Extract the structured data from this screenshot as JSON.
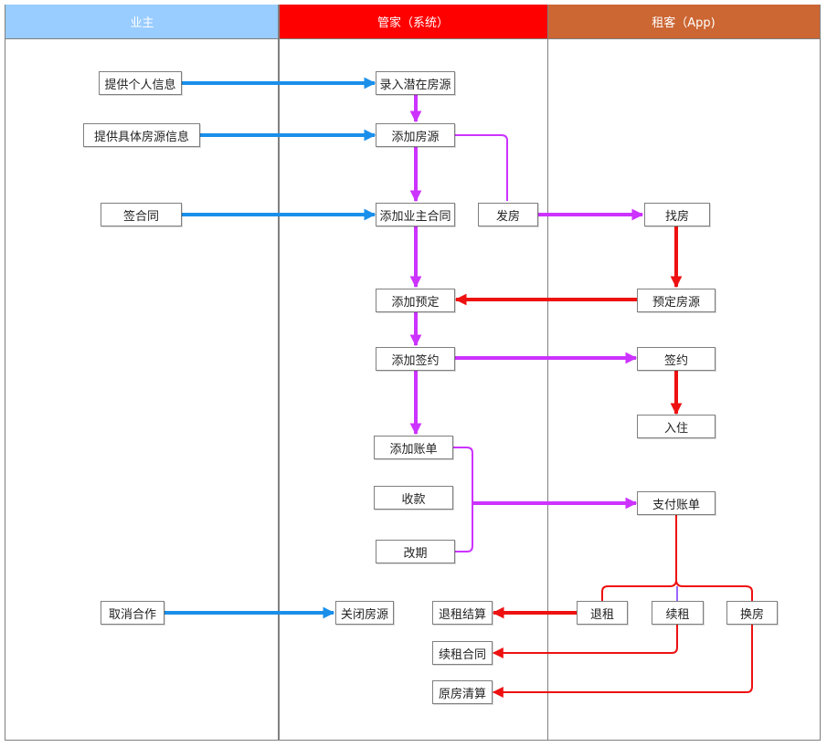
{
  "lanes": [
    {
      "id": "owner",
      "title": "业主",
      "color": "#99ccff"
    },
    {
      "id": "steward",
      "title": "管家（系统）",
      "color": "#ff0000"
    },
    {
      "id": "tenant",
      "title": "租客（App)",
      "color": "#cc6633"
    }
  ],
  "colors": {
    "owner_flow": "#1a8fea",
    "system_flow": "#cc33ff",
    "tenant_flow": "#ee1111",
    "node_border": "#7f7f7f",
    "lane_border": "#7f7f7f"
  },
  "nodes": {
    "provide_personal_info": "提供个人信息",
    "provide_property_info": "提供具体房源信息",
    "sign_contract": "签合同",
    "cancel_cooperation": "取消合作",
    "enter_potential_property": "录入潜在房源",
    "add_property": "添加房源",
    "add_owner_contract": "添加业主合同",
    "publish_property": "发房",
    "add_reservation": "添加预定",
    "add_signing": "添加签约",
    "add_bill": "添加账单",
    "collect_payment": "收款",
    "reschedule": "改期",
    "close_property": "关闭房源",
    "checkout_settlement": "退租结算",
    "renewal_contract": "续租合同",
    "original_property_settlement": "原房清算",
    "find_property": "找房",
    "reserve_property": "预定房源",
    "sign": "签约",
    "move_in": "入住",
    "pay_bill": "支付账单",
    "checkout": "退租",
    "renew": "续租",
    "change_property": "换房"
  }
}
